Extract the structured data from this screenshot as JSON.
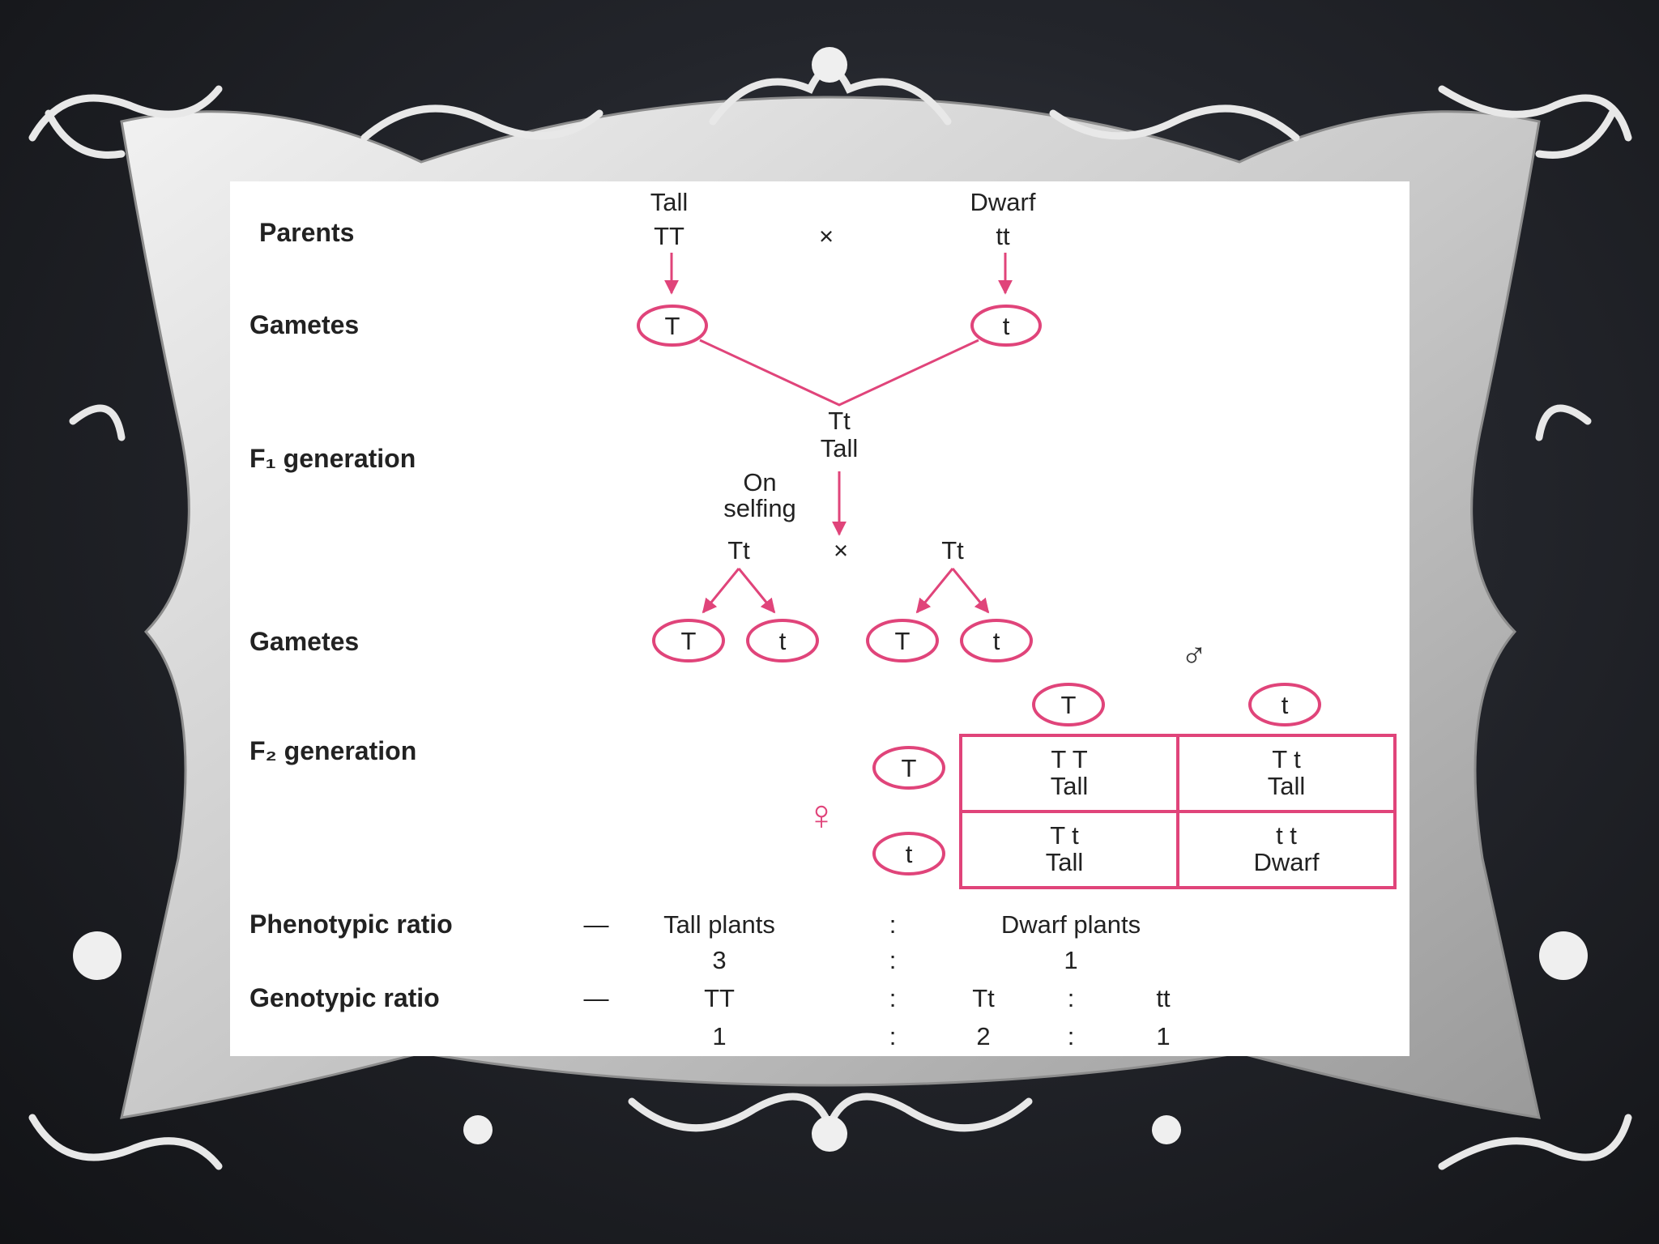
{
  "colors": {
    "accent": "#e0447a",
    "background": "#1c1d21",
    "frame": "#d8d8d8",
    "panel": "#ffffff"
  },
  "labels": {
    "parents": "Parents",
    "gametes": "Gametes",
    "f1_generation": "F₁ generation",
    "gametes_2": "Gametes",
    "f2_generation": "F₂ generation",
    "phenotypic_ratio": "Phenotypic ratio",
    "genotypic_ratio": "Genotypic ratio"
  },
  "parents": {
    "left_phenotype": "Tall",
    "left_genotype": "TT",
    "cross": "×",
    "right_phenotype": "Dwarf",
    "right_genotype": "tt"
  },
  "parent_gametes": {
    "left": "T",
    "right": "t"
  },
  "f1": {
    "genotype": "Tt",
    "phenotype": "Tall",
    "selfing_line1": "On",
    "selfing_line2": "selfing",
    "left": "Tt",
    "cross": "×",
    "right": "Tt"
  },
  "f1_gametes": [
    "T",
    "t",
    "T",
    "t"
  ],
  "punnett": {
    "male_symbol": "♂",
    "female_symbol": "♀",
    "male_gametes": [
      "T",
      "t"
    ],
    "female_gametes": [
      "T",
      "t"
    ],
    "cells": [
      [
        "T T",
        "Tall"
      ],
      [
        "T t",
        "Tall"
      ],
      [
        "T t",
        "Tall"
      ],
      [
        "t t",
        "Dwarf"
      ]
    ]
  },
  "phenotypic": {
    "dash": "—",
    "tall_label": "Tall plants",
    "colon": ":",
    "dwarf_label": "Dwarf plants",
    "tall_value": "3",
    "dwarf_value": "1"
  },
  "genotypic": {
    "dash": "—",
    "tt_homo_dom": "TT",
    "colon": ":",
    "hetero": "Tt",
    "tt_homo_rec": "tt",
    "v1": "1",
    "v2": "2",
    "v3": "1"
  }
}
